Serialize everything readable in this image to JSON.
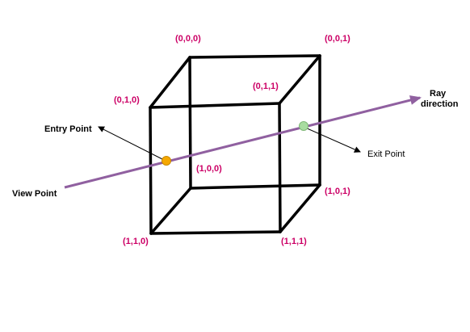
{
  "colors": {
    "edge": "#000000",
    "ray": "#9060a0",
    "vertex_label": "#cc0066",
    "entry_point": "#f5a800",
    "exit_point": "#a8dca0"
  },
  "vertices": {
    "v000": "(0,0,0)",
    "v001": "(0,0,1)",
    "v010": "(0,1,0)",
    "v011": "(0,1,1)",
    "v100": "(1,0,0)",
    "v101": "(1,0,1)",
    "v110": "(1,1,0)",
    "v111": "(1,1,1)"
  },
  "labels": {
    "ray_line1": "Ray",
    "ray_line2": "direction",
    "entry_point": "Entry Point",
    "exit_point": "Exit Point",
    "view_point": "View Point"
  }
}
